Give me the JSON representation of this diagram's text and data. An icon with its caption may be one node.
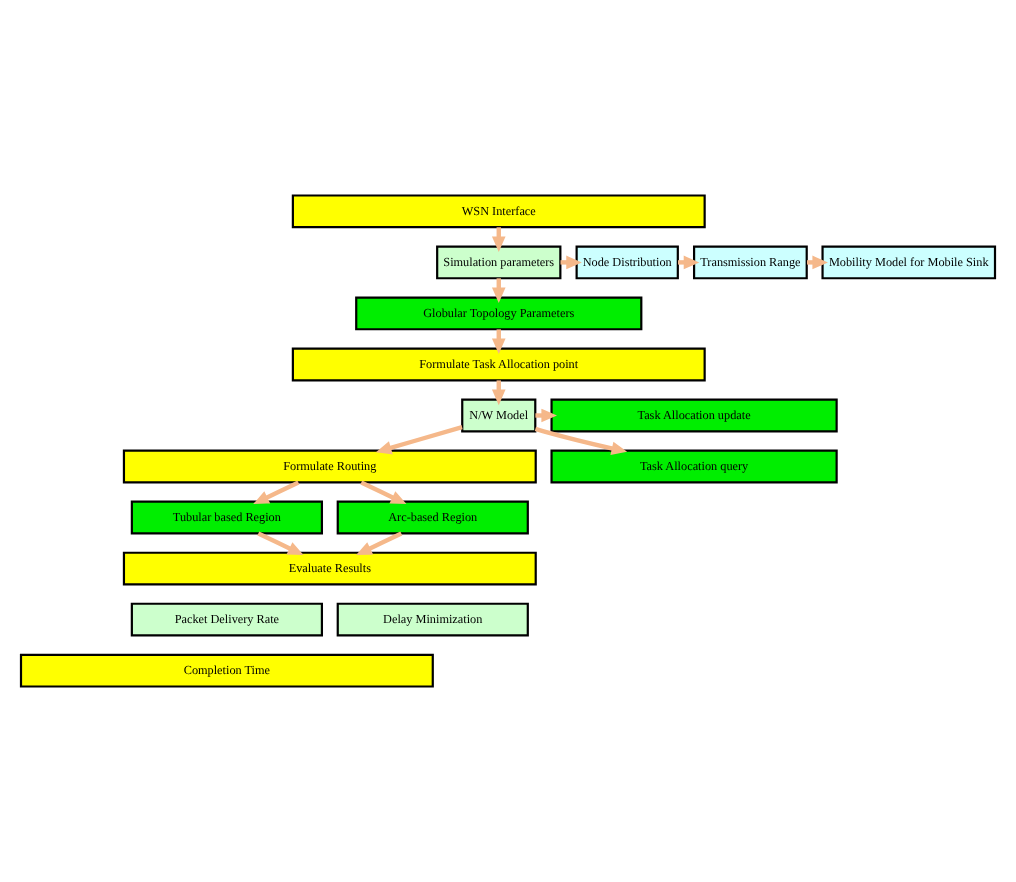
{
  "diagram": {
    "nodes": [
      {
        "text": [
          "WSN Interface"
        ]
      },
      {
        "text": [
          "Simulation parameters"
        ]
      },
      {
        "text": [
          "Node Distribution"
        ]
      },
      {
        "text": [
          "Transmission Range"
        ]
      },
      {
        "text": [
          "Mobility Model for Mobile Sink"
        ]
      },
      {
        "text": [
          "Globular Topology Parameters"
        ]
      },
      {
        "text": [
          "Formulate Task Allocation point"
        ]
      },
      {
        "text": [
          "N/W Model"
        ]
      },
      {
        "text": [
          "Task Allocation update"
        ]
      },
      {
        "text": [
          "Task Allocation query"
        ]
      },
      {
        "text": [
          "Formulate Routing"
        ]
      },
      {
        "text": [
          "Tubular based Region"
        ]
      },
      {
        "text": [
          "Arc-based Region"
        ]
      },
      {
        "text": [
          "Evaluate Results"
        ]
      },
      {
        "text": [
          "Packet Delivery Rate"
        ]
      },
      {
        "text": [
          "Delay Minimization"
        ]
      },
      {
        "text": [
          "Completion Time"
        ]
      }
    ],
    "edges": [
      {
        "from": 0,
        "to": 1,
        "arrow": "to"
      },
      {
        "from": 1,
        "to": 2,
        "arrow": "to"
      },
      {
        "from": 2,
        "to": 3,
        "arrow": "to"
      },
      {
        "from": 3,
        "to": 4,
        "arrow": "to"
      },
      {
        "from": 1,
        "to": 5,
        "arrow": "to"
      },
      {
        "from": 5,
        "to": 6,
        "arrow": "to"
      },
      {
        "from": 6,
        "to": 7,
        "arrow": "to"
      },
      {
        "from": 7,
        "to": 8,
        "arrow": "to"
      },
      {
        "from": 7,
        "to": 9,
        "arrow": "to"
      },
      {
        "from": 7,
        "to": 10,
        "arrow": "to"
      },
      {
        "from": 10,
        "to": 11,
        "arrow": "to"
      },
      {
        "from": 10,
        "to": 12,
        "arrow": "to"
      },
      {
        "from": 11,
        "to": 13,
        "arrow": "to"
      },
      {
        "from": 12,
        "to": 13,
        "arrow": "to"
      }
    ]
  }
}
